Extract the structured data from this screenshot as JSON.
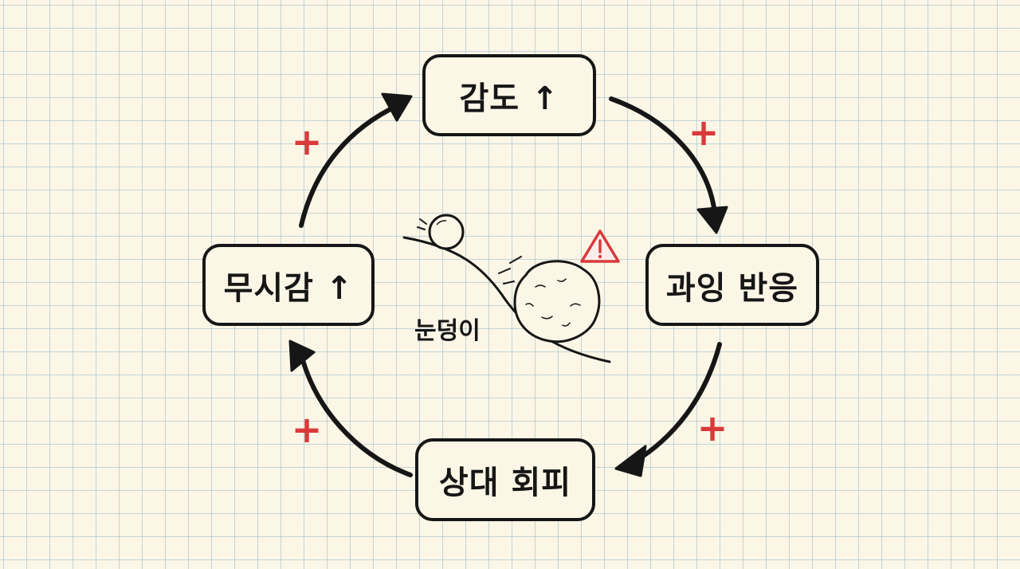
{
  "nodes": {
    "top": "감도 ↑",
    "right": "과잉 반응",
    "bottom": "상대 회피",
    "left": "무시감 ↑"
  },
  "edge_signs": {
    "top_left": "+",
    "top_right": "+",
    "bottom_right": "+",
    "bottom_left": "+"
  },
  "center": {
    "label": "눈덩이",
    "warning_icon": "warning-triangle-icon",
    "illustration": "snowball-rolling-downhill"
  },
  "colors": {
    "ink": "#161616",
    "accent_red": "#d93a3a",
    "paper": "#fbf6e6",
    "grid": "#96b9cd"
  }
}
